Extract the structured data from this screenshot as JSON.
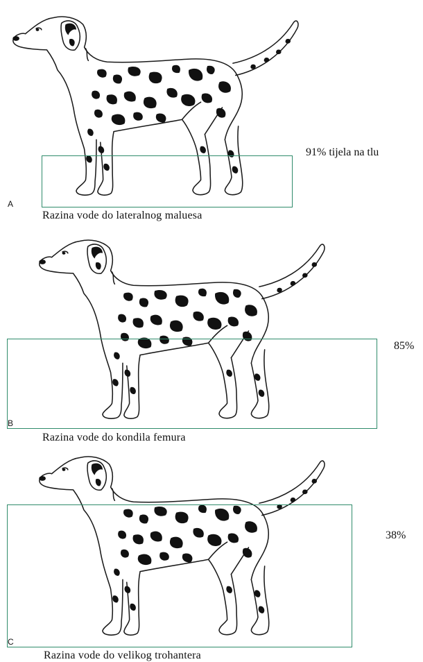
{
  "panels": [
    {
      "letter": "A",
      "caption": "Razina vode do lateralnog maluesa",
      "weight_bearing": "91% tijela na tlu"
    },
    {
      "letter": "B",
      "caption": "Razina vode do kondila femura",
      "weight_bearing": "85%"
    },
    {
      "letter": "C",
      "caption": "Razina vode do velikog trohantera",
      "weight_bearing": "38%"
    }
  ],
  "colors": {
    "water_box_stroke": "#2e8b6a",
    "outline": "#1a1a1a",
    "spots": "#111111"
  }
}
